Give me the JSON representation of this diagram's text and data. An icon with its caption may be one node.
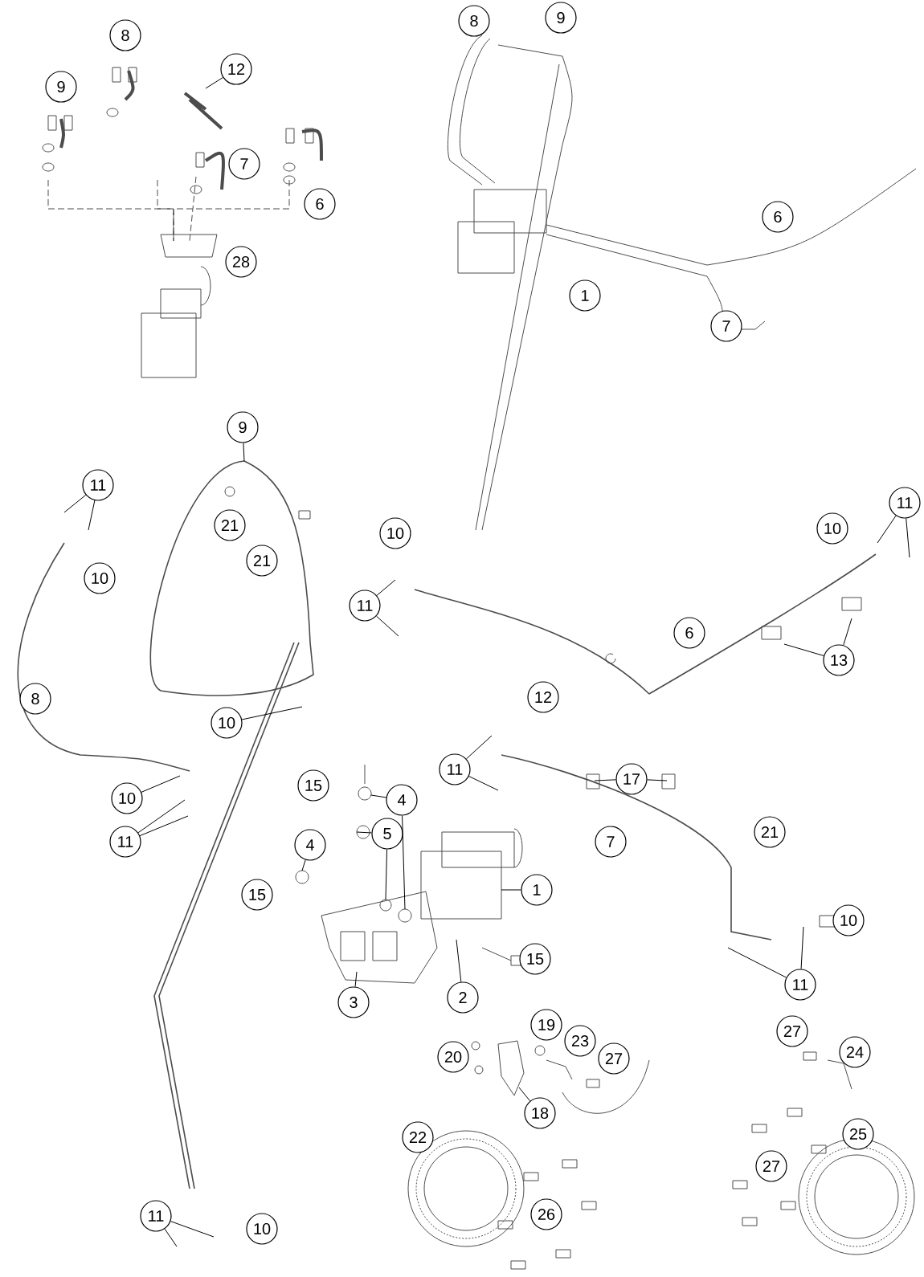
{
  "diagram": {
    "nodes": [
      {
        "text": [
          "9"
        ]
      },
      {
        "text": [
          "8"
        ]
      },
      {
        "text": [
          "8"
        ]
      },
      {
        "text": [
          "12"
        ]
      },
      {
        "text": [
          "9"
        ]
      },
      {
        "text": [
          "7"
        ]
      },
      {
        "text": [
          "6"
        ]
      },
      {
        "text": [
          "6"
        ]
      },
      {
        "text": [
          "28"
        ]
      },
      {
        "text": [
          "1"
        ]
      },
      {
        "text": [
          "7"
        ]
      },
      {
        "text": [
          "9"
        ]
      },
      {
        "text": [
          "11"
        ]
      },
      {
        "text": [
          "11"
        ]
      },
      {
        "text": [
          "21"
        ]
      },
      {
        "text": [
          "10"
        ]
      },
      {
        "text": [
          "10"
        ]
      },
      {
        "text": [
          "21"
        ]
      },
      {
        "text": [
          "10"
        ]
      },
      {
        "text": [
          "11"
        ]
      },
      {
        "text": [
          "6"
        ]
      },
      {
        "text": [
          "13"
        ]
      },
      {
        "text": [
          "12"
        ]
      },
      {
        "text": [
          "8"
        ]
      },
      {
        "text": [
          "10"
        ]
      },
      {
        "text": [
          "11"
        ]
      },
      {
        "text": [
          "17"
        ]
      },
      {
        "text": [
          "15"
        ]
      },
      {
        "text": [
          "10"
        ]
      },
      {
        "text": [
          "4"
        ]
      },
      {
        "text": [
          "21"
        ]
      },
      {
        "text": [
          "5"
        ]
      },
      {
        "text": [
          "11"
        ]
      },
      {
        "text": [
          "7"
        ]
      },
      {
        "text": [
          "4"
        ]
      },
      {
        "text": [
          "1"
        ]
      },
      {
        "text": [
          "15"
        ]
      },
      {
        "text": [
          "10"
        ]
      },
      {
        "text": [
          "15"
        ]
      },
      {
        "text": [
          "11"
        ]
      },
      {
        "text": [
          "2"
        ]
      },
      {
        "text": [
          "3"
        ]
      },
      {
        "text": [
          "19"
        ]
      },
      {
        "text": [
          "27"
        ]
      },
      {
        "text": [
          "23"
        ]
      },
      {
        "text": [
          "24"
        ]
      },
      {
        "text": [
          "20"
        ]
      },
      {
        "text": [
          "27"
        ]
      },
      {
        "text": [
          "18"
        ]
      },
      {
        "text": [
          "25"
        ]
      },
      {
        "text": [
          "22"
        ]
      },
      {
        "text": [
          "27"
        ]
      },
      {
        "text": [
          "26"
        ]
      },
      {
        "text": [
          "11"
        ]
      },
      {
        "text": [
          "10"
        ]
      }
    ],
    "edges": [
      {
        "from": 3,
        "to": null,
        "arrow": "none"
      },
      {
        "from": 11,
        "to": null,
        "arrow": "none"
      },
      {
        "from": 12,
        "to": null,
        "arrow": "none"
      },
      {
        "from": 12,
        "to": null,
        "arrow": "none"
      },
      {
        "from": 13,
        "to": null,
        "arrow": "none"
      },
      {
        "from": 13,
        "to": null,
        "arrow": "none"
      },
      {
        "from": 19,
        "to": null,
        "arrow": "none"
      },
      {
        "from": 19,
        "to": null,
        "arrow": "none"
      },
      {
        "from": 21,
        "to": null,
        "arrow": "none"
      },
      {
        "from": 21,
        "to": null,
        "arrow": "none"
      },
      {
        "from": 24,
        "to": null,
        "arrow": "none"
      },
      {
        "from": 25,
        "to": null,
        "arrow": "none"
      },
      {
        "from": 25,
        "to": null,
        "arrow": "none"
      },
      {
        "from": 26,
        "to": null,
        "arrow": "none"
      },
      {
        "from": 26,
        "to": null,
        "arrow": "none"
      },
      {
        "from": 28,
        "to": null,
        "arrow": "none"
      },
      {
        "from": 29,
        "to": null,
        "arrow": "none"
      },
      {
        "from": 29,
        "to": null,
        "arrow": "none"
      },
      {
        "from": 31,
        "to": null,
        "arrow": "none"
      },
      {
        "from": 31,
        "to": null,
        "arrow": "none"
      },
      {
        "from": 32,
        "to": null,
        "arrow": "none"
      },
      {
        "from": 32,
        "to": null,
        "arrow": "none"
      },
      {
        "from": 34,
        "to": null,
        "arrow": "none"
      },
      {
        "from": 35,
        "to": null,
        "arrow": "none"
      },
      {
        "from": 39,
        "to": null,
        "arrow": "none"
      },
      {
        "from": 39,
        "to": null,
        "arrow": "none"
      },
      {
        "from": 40,
        "to": null,
        "arrow": "none"
      },
      {
        "from": 41,
        "to": null,
        "arrow": "none"
      },
      {
        "from": 48,
        "to": null,
        "arrow": "none"
      },
      {
        "from": 53,
        "to": null,
        "arrow": "none"
      },
      {
        "from": 53,
        "to": null,
        "arrow": "none"
      }
    ]
  }
}
